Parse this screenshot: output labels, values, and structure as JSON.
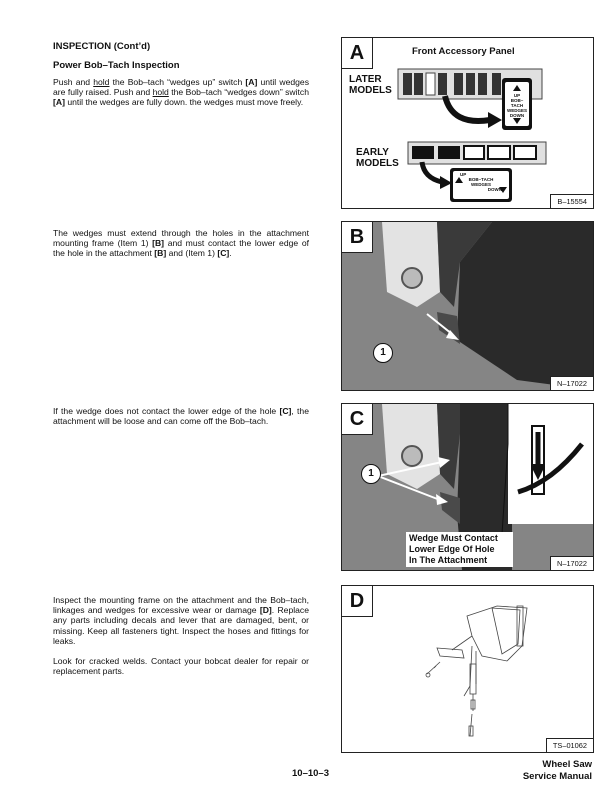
{
  "section_title": "INSPECTION (Cont’d)",
  "subsection_title": "Power Bob–Tach Inspection",
  "paragraphs": {
    "p1": [
      "Push and ",
      "hold",
      " the Bob–tach “wedges up” switch ",
      "[A]",
      " until wedges are fully raised. Push and ",
      "hold",
      " the Bob–tach “wedges down” switch ",
      "[A]",
      " until the wedges are fully down. the wedges must move freely."
    ],
    "p2": [
      "The wedges must extend through the holes in the attachment mounting frame (Item 1) ",
      "[B]",
      " and must contact the lower edge of the hole in the attachment ",
      "[B]",
      " and (Item 1) ",
      "[C]",
      "."
    ],
    "p3": [
      "If the wedge does not contact the lower edge of the hole ",
      "[C]",
      ", the attachment will be loose and can come off the Bob–tach."
    ],
    "p4": [
      "Inspect the mounting frame on the attachment and the Bob–tach, linkages and wedges for excessive wear or damage ",
      "[D]",
      ". Replace any parts including decals and lever that are damaged, bent, or missing. Keep all fasteners tight. Inspect the hoses and fittings for leaks."
    ],
    "p5": "Look for cracked welds. Contact your bobcat dealer for repair or replacement parts."
  },
  "figures": {
    "A": {
      "letter": "A",
      "title": "Front Accessory Panel",
      "later_models": [
        "LATER",
        "MODELS"
      ],
      "early_models": [
        "EARLY",
        "MODELS"
      ],
      "switch_later": [
        "UP",
        "BOB–TACH",
        "WEDGES",
        "DOWN"
      ],
      "switch_early": [
        "UP",
        "BOB–TACH",
        "WEDGES",
        "DOWN"
      ],
      "ref": "B–15554"
    },
    "B": {
      "letter": "B",
      "callout": "1",
      "ref": "N–17022"
    },
    "C": {
      "letter": "C",
      "callout": "1",
      "caption": [
        "Wedge Must Contact",
        "Lower Edge Of Hole",
        "In The Attachment"
      ],
      "ref": "N–17022"
    },
    "D": {
      "letter": "D",
      "ref": "TS–01062"
    }
  },
  "footer": {
    "page_number": "10–10–3",
    "title_line1": "Wheel Saw",
    "title_line2": "Service Manual"
  }
}
